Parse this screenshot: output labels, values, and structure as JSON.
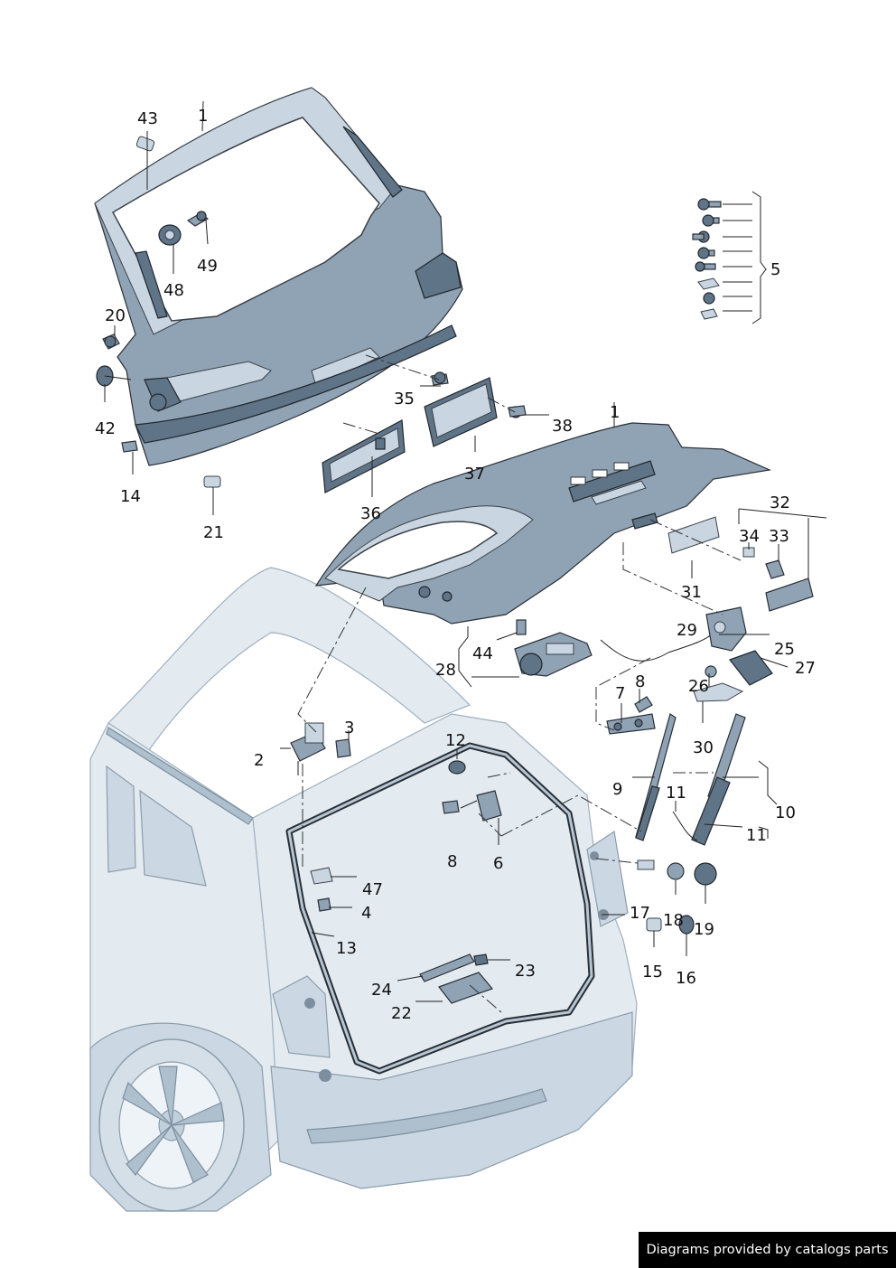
{
  "callouts": [
    {
      "id": "1a",
      "text": "1"
    },
    {
      "id": "1b",
      "text": "1"
    },
    {
      "id": "2",
      "text": "2"
    },
    {
      "id": "3",
      "text": "3"
    },
    {
      "id": "4",
      "text": "4"
    },
    {
      "id": "5",
      "text": "5"
    },
    {
      "id": "6",
      "text": "6"
    },
    {
      "id": "7",
      "text": "7"
    },
    {
      "id": "8a",
      "text": "8"
    },
    {
      "id": "8b",
      "text": "8"
    },
    {
      "id": "9",
      "text": "9"
    },
    {
      "id": "10",
      "text": "10"
    },
    {
      "id": "11a",
      "text": "11"
    },
    {
      "id": "11b",
      "text": "11"
    },
    {
      "id": "12",
      "text": "12"
    },
    {
      "id": "13",
      "text": "13"
    },
    {
      "id": "14",
      "text": "14"
    },
    {
      "id": "15",
      "text": "15"
    },
    {
      "id": "16",
      "text": "16"
    },
    {
      "id": "17",
      "text": "17"
    },
    {
      "id": "18",
      "text": "18"
    },
    {
      "id": "19",
      "text": "19"
    },
    {
      "id": "20",
      "text": "20"
    },
    {
      "id": "21",
      "text": "21"
    },
    {
      "id": "22",
      "text": "22"
    },
    {
      "id": "23",
      "text": "23"
    },
    {
      "id": "24",
      "text": "24"
    },
    {
      "id": "25",
      "text": "25"
    },
    {
      "id": "26",
      "text": "26"
    },
    {
      "id": "27",
      "text": "27"
    },
    {
      "id": "28",
      "text": "28"
    },
    {
      "id": "29",
      "text": "29"
    },
    {
      "id": "30",
      "text": "30"
    },
    {
      "id": "31",
      "text": "31"
    },
    {
      "id": "32",
      "text": "32"
    },
    {
      "id": "33",
      "text": "33"
    },
    {
      "id": "34",
      "text": "34"
    },
    {
      "id": "35",
      "text": "35"
    },
    {
      "id": "36",
      "text": "36"
    },
    {
      "id": "37",
      "text": "37"
    },
    {
      "id": "38",
      "text": "38"
    },
    {
      "id": "42",
      "text": "42"
    },
    {
      "id": "43",
      "text": "43"
    },
    {
      "id": "44",
      "text": "44"
    },
    {
      "id": "47",
      "text": "47"
    },
    {
      "id": "48",
      "text": "48"
    },
    {
      "id": "49",
      "text": "49"
    }
  ],
  "footer": {
    "text": "Diagrams provided by catalogs parts"
  },
  "colors": {
    "part": "#8fa3b5",
    "part_dark": "#5f7487",
    "car_body": "#e3ebf1",
    "footer_bg": "#000000",
    "footer_text": "#ffffff"
  }
}
